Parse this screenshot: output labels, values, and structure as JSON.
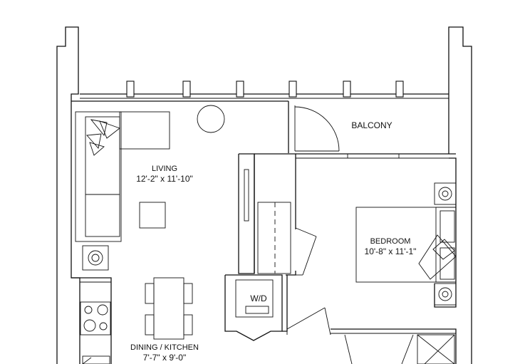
{
  "rooms": {
    "living": {
      "name": "LIVING",
      "size": "12'-2\" x 11'-10\""
    },
    "balcony": {
      "name": "BALCONY"
    },
    "bedroom": {
      "name": "BEDROOM",
      "size": "10'-8\" x 11'-1\""
    },
    "dining_kitchen": {
      "name": "DINING / KITCHEN",
      "size": "7'-7\" x 9'-0\""
    },
    "laundry": {
      "name": "W/D"
    }
  },
  "icons": [
    "fan-coil-icon",
    "plant-icon",
    "cooktop-icon",
    "sofa-icon",
    "bed-icon"
  ]
}
